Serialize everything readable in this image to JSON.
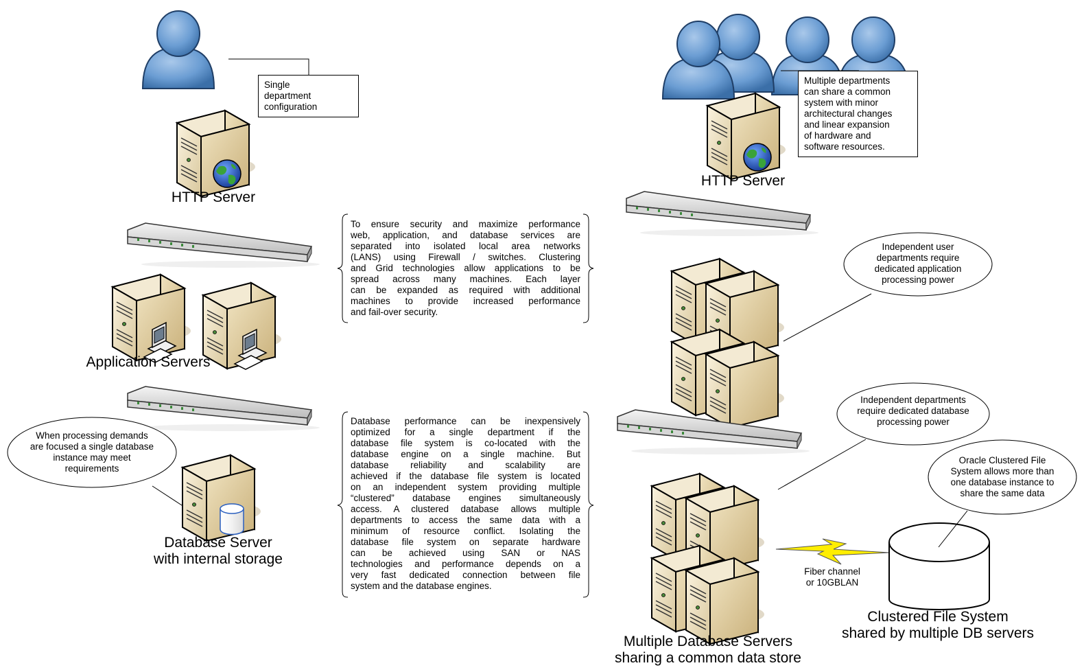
{
  "left": {
    "user_note": [
      "Single",
      "department",
      "configuration"
    ],
    "http_label": "HTTP Server",
    "app_label": "Application Servers",
    "db_callout": [
      "When processing demands",
      "are focused a single database",
      "instance may meet",
      "requirements"
    ],
    "db_label": [
      "Database Server",
      "with internal storage"
    ]
  },
  "middle": {
    "network_text": [
      "To ensure security and maximize performance",
      "web, application, and database services are",
      "separated into isolated local area networks",
      "(LANS) using Firewall  / switches.  Clustering",
      "and Grid technologies allow applications to be",
      "spread across many machines.  Each layer",
      "can be expanded as required with additional",
      "machines to provide increased performance",
      "and fail-over security."
    ],
    "database_text": [
      "Database performance can be inexpensively",
      "optimized  for  a  single  department  if  the",
      "database  file  system  is  co-located  with  the",
      "database engine on a single machine.  But",
      "database     reliability     and     scalability     are",
      "achieved if the database file system is located",
      "on an independent system providing multiple",
      "“clustered” database engines simultaneously",
      "access.  A clustered database allows multiple",
      "departments to access the same data with a",
      "minimum  of  resource  conflict.   Isolating  the",
      "database  file  system  on  separate  hardware",
      "can   be   achieved   using   SAN   or   NAS",
      "technologies and performance depends on a",
      "very fast dedicated connection between file",
      "system and the database engines."
    ]
  },
  "right": {
    "users_note": [
      "Multiple departments",
      "can share a common",
      "system with minor",
      "architectural changes",
      "and linear expansion",
      "of hardware and",
      "software resources."
    ],
    "http_label": "HTTP Server",
    "app_callout": [
      "Independent user",
      "departments require",
      "dedicated application",
      "processing power"
    ],
    "db_callout": [
      "Independent departments",
      "require dedicated database",
      "processing power"
    ],
    "cfs_callout": [
      "Oracle Clustered File",
      "System allows more than",
      "one database instance to",
      "share the same data"
    ],
    "link_label": [
      "Fiber channel",
      "or 10GBLAN"
    ],
    "db_label": [
      "Multiple Database Servers",
      "sharing a common data store"
    ],
    "cfs_label": [
      "Clustered File System",
      "shared by multiple DB servers"
    ]
  },
  "colors": {
    "user_blue": "#5a8fc9",
    "server_tan": "#e9dcbf",
    "globe_blue": "#2a5fbf",
    "globe_green": "#3aa33a",
    "bolt_yellow": "#ffee00"
  }
}
